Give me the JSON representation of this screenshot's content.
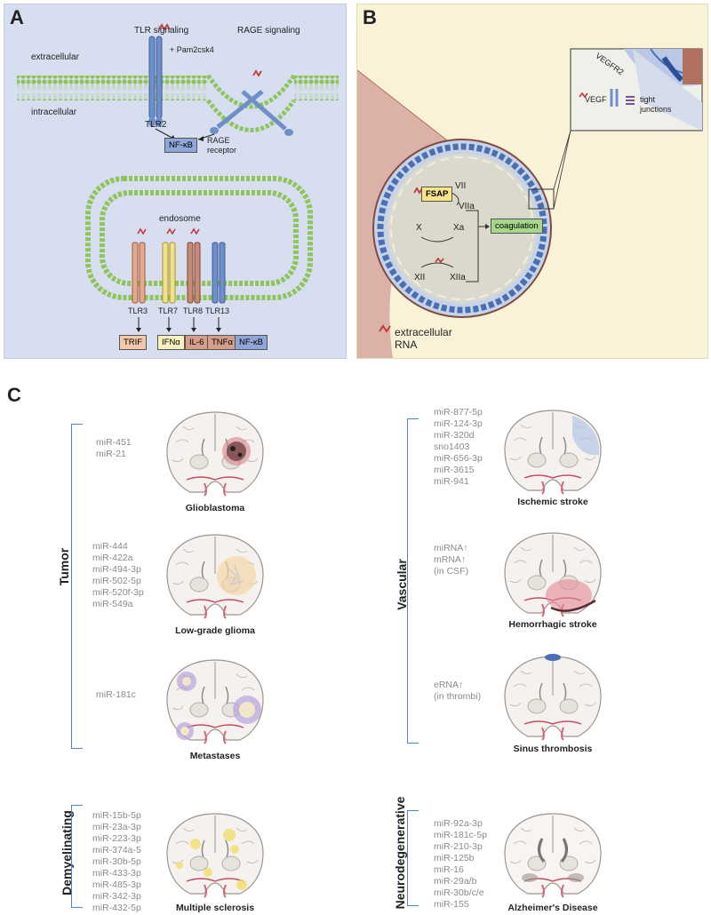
{
  "panel_a": {
    "letter": "A",
    "tlr_signaling": "TLR signaling",
    "rage_signaling": "RAGE signaling",
    "pam": "+ Pam2csk4",
    "extracellular": "extracellular",
    "intracellular": "intracellular",
    "tlr2": "TLR2",
    "nfkb_top": "NF-κB",
    "rage_receptor_line1": "RAGE",
    "rage_receptor_line2": "receptor",
    "endosome": "endosome",
    "tlr3": "TLR3",
    "tlr7": "TLR7",
    "tlr8": "TLR8",
    "tlr13": "TLR13",
    "trif": "TRIF",
    "ifna": "IFNα",
    "il6": "IL-6",
    "tnfa": "TNFα",
    "nfkb_bottom": "NF-κB"
  },
  "panel_b": {
    "letter": "B",
    "vegfr2": "VEGFR2",
    "vegf": "VEGF",
    "tight_junctions_line1": "tight",
    "tight_junctions_line2": "junctions",
    "fsap": "FSAP",
    "vii": "VII",
    "viia": "VIIa",
    "x": "X",
    "xa": "Xa",
    "coagulation": "coagulation",
    "xii": "XII",
    "xiia": "XIIa",
    "ext_rna_line1": "extracellular",
    "ext_rna_line2": "RNA"
  },
  "panel_c": {
    "letter": "C",
    "groups": {
      "tumor": "Tumor",
      "vascular": "Vascular",
      "demyelinating": "Demyelinating",
      "neurodegenerative": "Neurodegenerative"
    },
    "conditions": [
      {
        "name": "Glioblastoma",
        "mirnas": "miR-451\nmiR-21"
      },
      {
        "name": "Low-grade glioma",
        "mirnas": "miR-444\nmiR-422a\nmiR-494-3p\nmiR-502-5p\nmiR-520f-3p\nmiR-549a"
      },
      {
        "name": "Metastases",
        "mirnas": "miR-181c"
      },
      {
        "name": "Ischemic stroke",
        "mirnas": "miR-877-5p\nmiR-124-3p\nmiR-320d\nsno1403\nmiR-656-3p\nmiR-3615\nmiR-941"
      },
      {
        "name": "Hemorrhagic stroke",
        "mirnas": "miRNA↑\nmRNA↑\n(in CSF)"
      },
      {
        "name": "Sinus thrombosis",
        "mirnas": "eRNA↑\n(in thrombi)"
      },
      {
        "name": "Multiple sclerosis",
        "mirnas": "miR-15b-5p\nmiR-23a-3p\nmiR-223-3p\nmiR-374a-5\nmiR-30b-5p\nmiR-433-3p\nmiR-485-3p\nmiR-342-3p\nmiR-432-5p"
      },
      {
        "name": "Alzheimer's Disease",
        "mirnas": "miR-92a-3p\nmiR-181c-5p\nmiR-210-3p\nmiR-125b\nmiR-16\nmiR-29a/b\nmiR-30b/c/e\nmiR-155"
      }
    ]
  },
  "colors": {
    "panel_a_bg": "#d7def0",
    "panel_b_bg": "#faf2d6",
    "membrane": "#8fc45a",
    "receptor_blue": "#6f8fc9",
    "bracket": "#5b7fc2",
    "rna": "#c23a3a"
  }
}
